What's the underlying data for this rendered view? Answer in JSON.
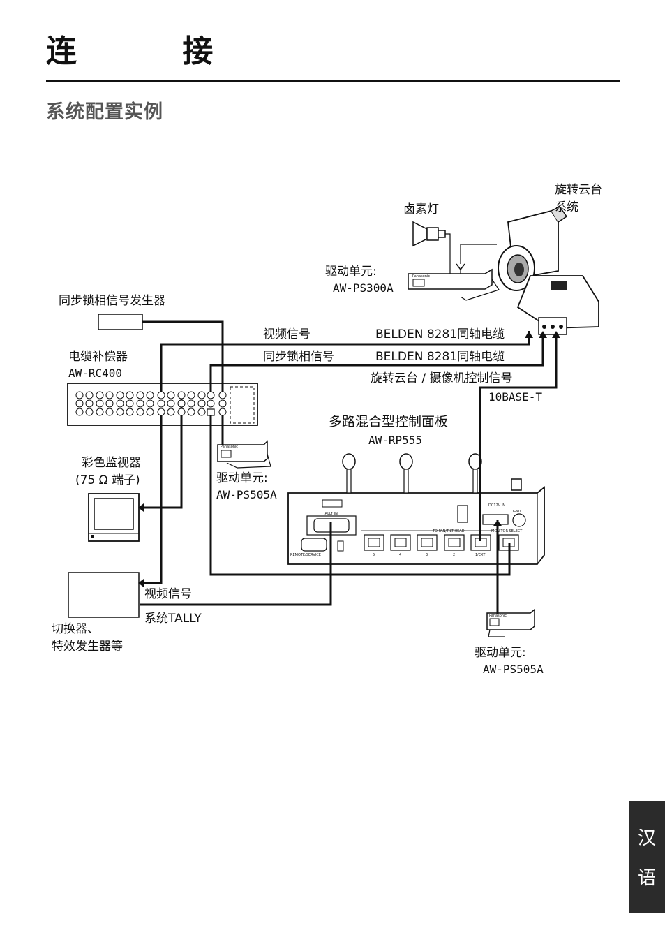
{
  "page": {
    "title": "连 接",
    "subtitle": "系统配置实例",
    "side_tab": [
      "汉",
      "语"
    ]
  },
  "labels": {
    "halogen_lamp": "卤素灯",
    "pan_tilt_head_1": "旋转云台",
    "pan_tilt_head_2": "系统",
    "drive_unit_top_1": "驱动单元:",
    "drive_unit_top_2": "AW-PS300A",
    "sync_gen": "同步锁相信号发生器",
    "video_signal_top": "视频信号",
    "belden_1": "BELDEN 8281同轴电缆",
    "sync_signal": "同步锁相信号",
    "belden_2": "BELDEN 8281同轴电缆",
    "cable_comp_1": "电缆补偿器",
    "cable_comp_2": "AW-RC400",
    "ptz_control": "旋转云台 / 摄像机控制信号",
    "ethernet": "10BASE-T",
    "panel_1": "多路混合型控制面板",
    "panel_2": "AW-RP555",
    "monitor_1": "彩色监视器",
    "monitor_2": "(75 Ω 端子)",
    "drive_unit_mid_1": "驱动单元:",
    "drive_unit_mid_2": "AW-PS505A",
    "video_signal_bottom": "视频信号",
    "system_tally": "系统TALLY",
    "switcher_1": "切换器、",
    "switcher_2": "特效发生器等",
    "drive_unit_bot_1": "驱动单元:",
    "drive_unit_bot_2": "AW-PS505A"
  },
  "device_text": {
    "brand": "Panasonic",
    "tally_in": "TALLY IN",
    "remote_service": "REMOTE/SERVICE",
    "to_pan_tilt_head": "TO PAN/TILT HEAD",
    "dc12v_in": "DC12V IN",
    "gnd": "GND",
    "monitor_select": "MONITOR SELECT",
    "port_labels": [
      "5",
      "4",
      "3",
      "2",
      "1/EXT"
    ]
  }
}
